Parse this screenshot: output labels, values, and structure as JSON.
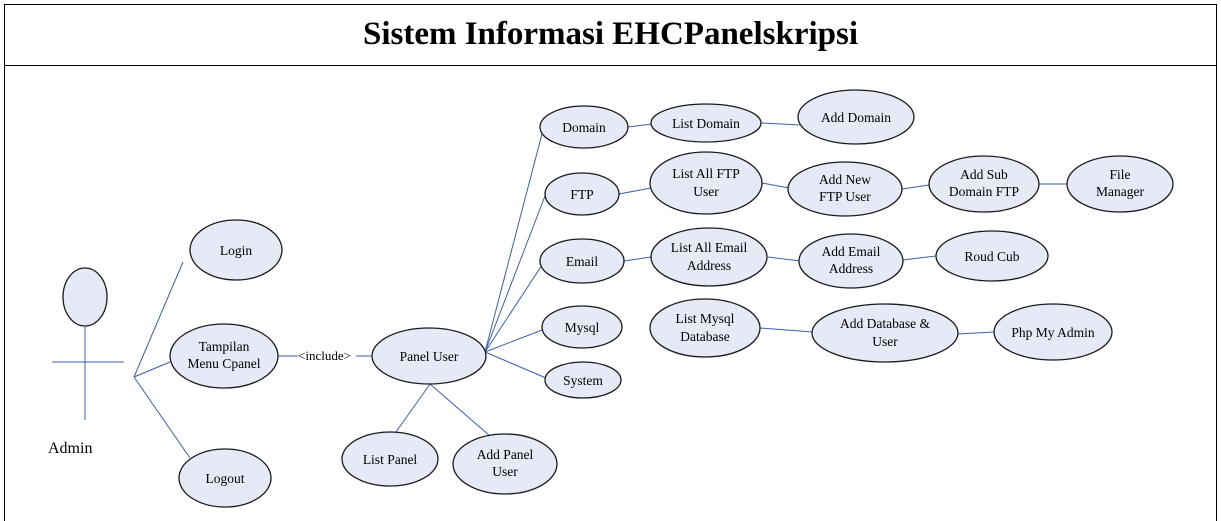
{
  "title": "Sistem Informasi EHCPanelskripsi",
  "actor": {
    "label": "Admin"
  },
  "include_label": "<include>",
  "use_cases": {
    "login": "Login",
    "tampilan": [
      "Tampilan",
      "Menu Cpanel"
    ],
    "logout": "Logout",
    "panel_user": "Panel User",
    "list_panel": "List Panel",
    "add_panel_user": [
      "Add Panel",
      "User"
    ],
    "domain": "Domain",
    "list_domain": "List Domain",
    "add_domain": "Add Domain",
    "ftp": "FTP",
    "list_all_ftp_user": [
      "List All FTP",
      "User"
    ],
    "add_new_ftp_user": [
      "Add New",
      "FTP User"
    ],
    "add_sub_domain_ftp": [
      "Add Sub",
      "Domain FTP"
    ],
    "file_manager": [
      "File",
      "Manager"
    ],
    "email": "Email",
    "list_all_email_address": [
      "List All Email",
      "Address"
    ],
    "add_email_address": [
      "Add Email",
      "Address"
    ],
    "roud_cub": "Roud Cub",
    "mysql": "Mysql",
    "list_mysql_database": [
      "List Mysql",
      "Database"
    ],
    "add_database_user": [
      "Add Database &",
      "User"
    ],
    "php_my_admin": "Php My Admin",
    "system": "System"
  },
  "colors": {
    "ellipse_fill": "#e6e9f6",
    "line": "#3c5fa8",
    "outline": "#1a1a1a"
  }
}
